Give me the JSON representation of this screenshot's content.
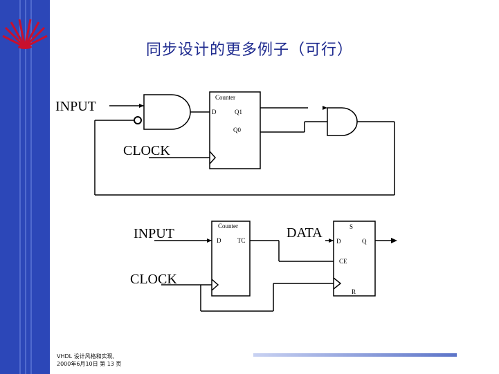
{
  "slide": {
    "title": "同步设计的更多例子（可行）",
    "footer_line1": "VHDL 设计风格和实现,",
    "footer_line2": "2000年6月10日  第 13 页"
  },
  "circuit1": {
    "input_label": "INPUT",
    "clock_label": "CLOCK",
    "counter_label": "Counter",
    "pin_d": "D",
    "pin_q1": "Q1",
    "pin_q0": "Q0"
  },
  "circuit2": {
    "input_label": "INPUT",
    "clock_label": "CLOCK",
    "counter_label": "Counter",
    "pin_d": "D",
    "pin_tc": "TC",
    "data_label": "DATA",
    "ff_pin_d": "D",
    "ff_pin_s": "S",
    "ff_pin_q": "Q",
    "ff_pin_ce": "CE",
    "ff_pin_r": "R"
  },
  "colors": {
    "sidebar": "#2c47b8",
    "title": "#1f2b8f",
    "logo": "#c8102e"
  }
}
